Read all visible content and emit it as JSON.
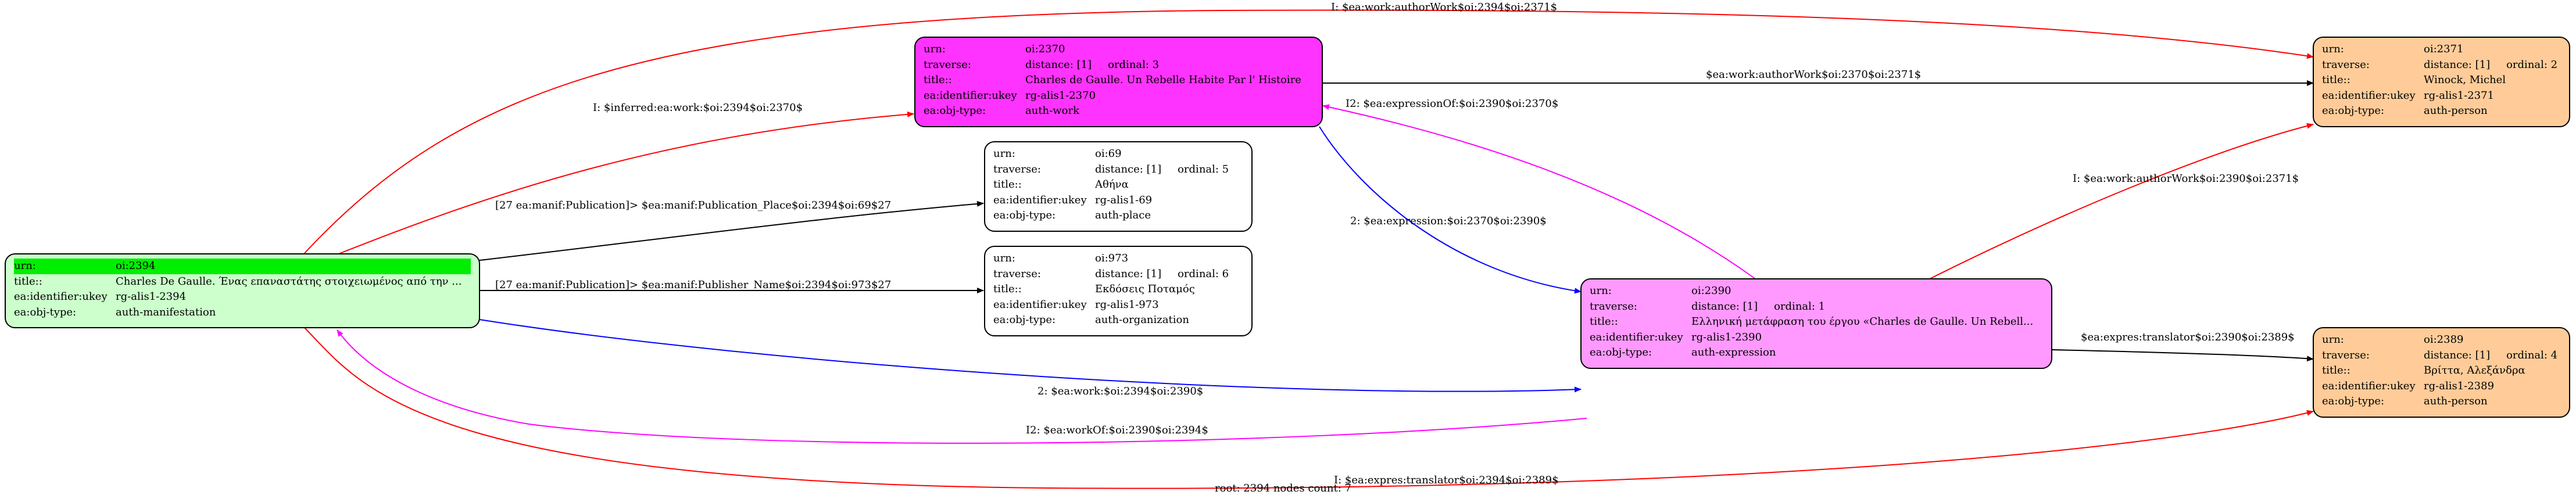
{
  "colors": {
    "manifestation_fill": "#ccffcc",
    "urn_highlight": "#00ee00",
    "work_fill": "#ff33ff",
    "expression_fill": "#ff99ff",
    "person_fill": "#ffcc99",
    "plain_fill": "#ffffff",
    "edge_black": "#000000",
    "edge_red": "#ff0000",
    "edge_blue": "#0000ff",
    "edge_magenta": "#ff00ff"
  },
  "nodes": {
    "n2394": {
      "urn_key": "urn:",
      "urn": "oi:2394",
      "title_key": "title::",
      "title": "Charles De Gaulle. Ένας επαναστάτης στοιχειωμένος από την ...",
      "ukey_key": "ea:identifier:ukey",
      "ukey": "rg-alis1-2394",
      "type_key": "ea:obj-type:",
      "type": "auth-manifestation"
    },
    "n2370": {
      "urn_key": "urn:",
      "urn": "oi:2370",
      "traverse_key": "traverse:",
      "distance": "distance: [1]",
      "ordinal": "ordinal: 3",
      "title_key": "title::",
      "title": "Charles de Gaulle. Un Rebelle Habite Par l' Histoire",
      "ukey_key": "ea:identifier:ukey",
      "ukey": "rg-alis1-2370",
      "type_key": "ea:obj-type:",
      "type": "auth-work"
    },
    "n69": {
      "urn_key": "urn:",
      "urn": "oi:69",
      "traverse_key": "traverse:",
      "distance": "distance: [1]",
      "ordinal": "ordinal: 5",
      "title_key": "title::",
      "title": "Αθήνα",
      "ukey_key": "ea:identifier:ukey",
      "ukey": "rg-alis1-69",
      "type_key": "ea:obj-type:",
      "type": "auth-place"
    },
    "n973": {
      "urn_key": "urn:",
      "urn": "oi:973",
      "traverse_key": "traverse:",
      "distance": "distance: [1]",
      "ordinal": "ordinal: 6",
      "title_key": "title::",
      "title": "Εκδόσεις Ποταμός",
      "ukey_key": "ea:identifier:ukey",
      "ukey": "rg-alis1-973",
      "type_key": "ea:obj-type:",
      "type": "auth-organization"
    },
    "n2390": {
      "urn_key": "urn:",
      "urn": "oi:2390",
      "traverse_key": "traverse:",
      "distance": "distance: [1]",
      "ordinal": "ordinal: 1",
      "title_key": "title::",
      "title": "Ελληνική μετάφραση του έργου «Charles de Gaulle. Un Rebell...",
      "ukey_key": "ea:identifier:ukey",
      "ukey": "rg-alis1-2390",
      "type_key": "ea:obj-type:",
      "type": "auth-expression"
    },
    "n2371": {
      "urn_key": "urn:",
      "urn": "oi:2371",
      "traverse_key": "traverse:",
      "distance": "distance: [1]",
      "ordinal": "ordinal: 2",
      "title_key": "title::",
      "title": "Winock, Michel",
      "ukey_key": "ea:identifier:ukey",
      "ukey": "rg-alis1-2371",
      "type_key": "ea:obj-type:",
      "type": "auth-person"
    },
    "n2389": {
      "urn_key": "urn:",
      "urn": "oi:2389",
      "traverse_key": "traverse:",
      "distance": "distance: [1]",
      "ordinal": "ordinal: 4",
      "title_key": "title::",
      "title": "Βρίττα, Αλεξάνδρα",
      "ukey_key": "ea:identifier:ukey",
      "ukey": "rg-alis1-2389",
      "type_key": "ea:obj-type:",
      "type": "auth-person"
    }
  },
  "edges": {
    "e_author_2394_2371": "I: $ea:work:authorWork$oi:2394$oi:2371$",
    "e_inferred_2394_2370": "I: $inferred:ea:work:$oi:2394$oi:2370$",
    "e_author_2370_2371": "$ea:work:authorWork$oi:2370$oi:2371$",
    "e_expressionOf": "I2: $ea:expressionOf:$oi:2390$oi:2370$",
    "e_expression": "2: $ea:expression:$oi:2370$oi:2390$",
    "e_author_2390_2371": "I: $ea:work:authorWork$oi:2390$oi:2371$",
    "e_place": "[27 ea:manif:Publication]> $ea:manif:Publication_Place$oi:2394$oi:69$27",
    "e_publisher": "[27 ea:manif:Publication]> $ea:manif:Publisher_Name$oi:2394$oi:973$27",
    "e_work": "2: $ea:work:$oi:2394$oi:2390$",
    "e_workOf": "I2: $ea:workOf:$oi:2390$oi:2394$",
    "e_translator_2390_2389": "$ea:expres:translator$oi:2390$oi:2389$",
    "e_translator_2394_2389": "I: $ea:expres:translator$oi:2394$oi:2389$"
  },
  "footer": "root: 2394 nodes count: 7"
}
